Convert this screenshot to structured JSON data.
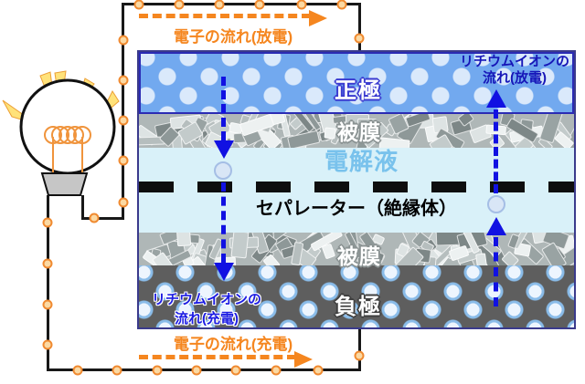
{
  "labels": {
    "electron_flow_discharge": "電子の流れ(放電)",
    "electron_flow_charge": "電子の流れ(充電)",
    "ion_flow_discharge_line1": "リチウムイオンの",
    "ion_flow_discharge_line2": "流れ(放電)",
    "ion_flow_charge_line1": "リチウムイオンの",
    "ion_flow_charge_line2": "流れ(充電)",
    "positive_electrode": "正極",
    "coating_top": "被膜",
    "electrolyte": "電解液",
    "separator": "セパレーター（絶縁体）",
    "coating_bottom": "被膜",
    "negative_electrode": "負極"
  },
  "colors": {
    "electron_orange": "#F5861F",
    "electron_dot_fill": "#FBD9A3",
    "ion_arrow_blue": "#1111E2",
    "ion_label_navy": "#1616B8",
    "cathode_bg": "#72A9EF",
    "cathode_particle": "#DAE9FB",
    "electrolyte_bg": "#D9F1F9",
    "electrolyte_text": "#79C2EC",
    "coating_bg": "#AFB7B7",
    "anode_bg": "#5E5E5E",
    "anode_particle": "#EDF5FE",
    "separator_dash": "#0E0E0E",
    "wire_black": "#181818"
  }
}
